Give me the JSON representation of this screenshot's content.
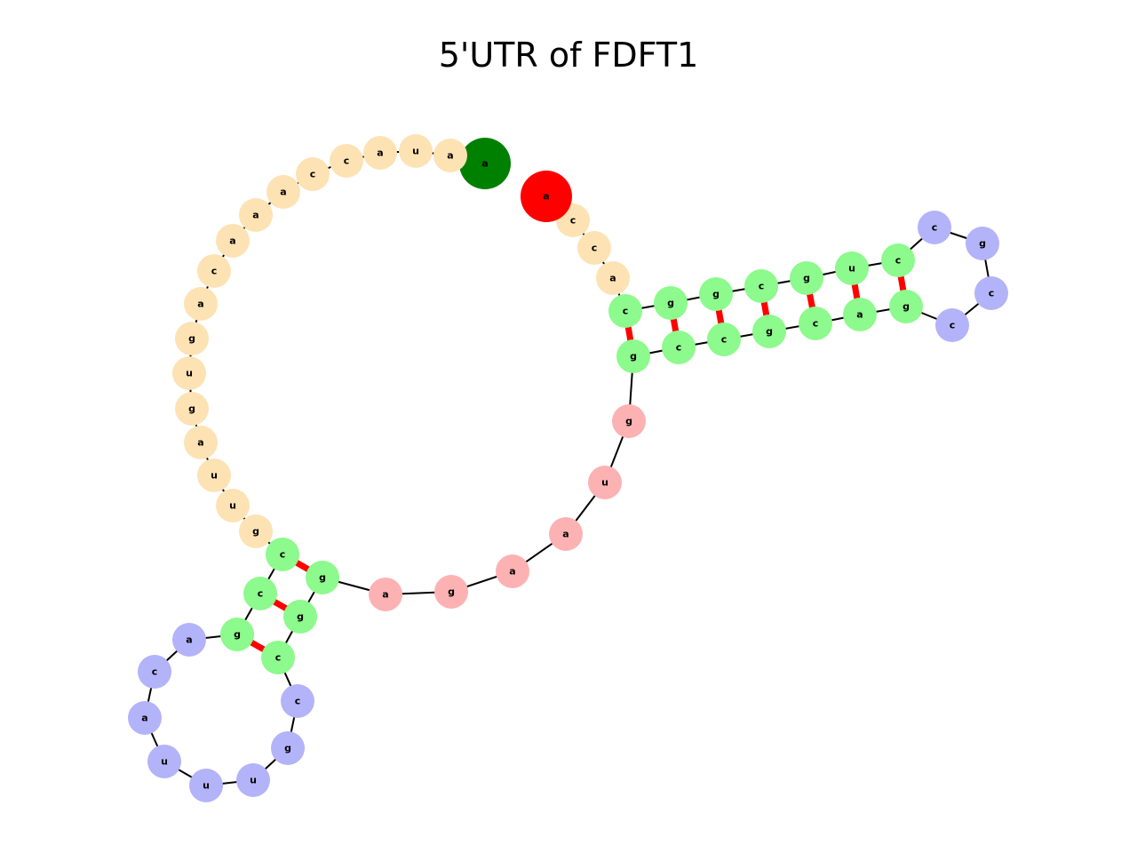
{
  "title": "5'UTR of FDFT1",
  "colors": {
    "start_node": "#008000",
    "end_node": "#ff0000",
    "unpaired": "#fde2b4",
    "stem": "#8cfa8c",
    "hairpin_loop": "#b3b3fa",
    "interior_loop": "#fcb2b2",
    "backbone": "#000000",
    "base_pair": "#ff0000"
  },
  "nodes": [
    {
      "id": 1,
      "base": "a",
      "region": "start_node"
    },
    {
      "id": 2,
      "base": "a",
      "region": "unpaired"
    },
    {
      "id": 3,
      "base": "u",
      "region": "unpaired"
    },
    {
      "id": 4,
      "base": "a",
      "region": "unpaired"
    },
    {
      "id": 5,
      "base": "c",
      "region": "unpaired"
    },
    {
      "id": 6,
      "base": "c",
      "region": "unpaired"
    },
    {
      "id": 7,
      "base": "a",
      "region": "unpaired"
    },
    {
      "id": 8,
      "base": "a",
      "region": "unpaired"
    },
    {
      "id": 9,
      "base": "a",
      "region": "unpaired"
    },
    {
      "id": 10,
      "base": "c",
      "region": "unpaired"
    },
    {
      "id": 11,
      "base": "a",
      "region": "unpaired"
    },
    {
      "id": 12,
      "base": "g",
      "region": "unpaired"
    },
    {
      "id": 13,
      "base": "u",
      "region": "unpaired"
    },
    {
      "id": 14,
      "base": "g",
      "region": "unpaired"
    },
    {
      "id": 15,
      "base": "a",
      "region": "unpaired"
    },
    {
      "id": 16,
      "base": "u",
      "region": "unpaired"
    },
    {
      "id": 17,
      "base": "u",
      "region": "unpaired"
    },
    {
      "id": 18,
      "base": "g",
      "region": "unpaired"
    },
    {
      "id": 19,
      "base": "c",
      "region": "stem"
    },
    {
      "id": 20,
      "base": "c",
      "region": "stem"
    },
    {
      "id": 21,
      "base": "g",
      "region": "stem"
    },
    {
      "id": 22,
      "base": "a",
      "region": "hairpin_loop"
    },
    {
      "id": 23,
      "base": "c",
      "region": "hairpin_loop"
    },
    {
      "id": 24,
      "base": "a",
      "region": "hairpin_loop"
    },
    {
      "id": 25,
      "base": "u",
      "region": "hairpin_loop"
    },
    {
      "id": 26,
      "base": "u",
      "region": "hairpin_loop"
    },
    {
      "id": 27,
      "base": "u",
      "region": "hairpin_loop"
    },
    {
      "id": 28,
      "base": "g",
      "region": "hairpin_loop"
    },
    {
      "id": 29,
      "base": "c",
      "region": "hairpin_loop"
    },
    {
      "id": 30,
      "base": "c",
      "region": "stem"
    },
    {
      "id": 31,
      "base": "g",
      "region": "stem"
    },
    {
      "id": 32,
      "base": "g",
      "region": "stem"
    },
    {
      "id": 33,
      "base": "a",
      "region": "interior_loop"
    },
    {
      "id": 34,
      "base": "g",
      "region": "interior_loop"
    },
    {
      "id": 35,
      "base": "a",
      "region": "interior_loop"
    },
    {
      "id": 36,
      "base": "a",
      "region": "interior_loop"
    },
    {
      "id": 37,
      "base": "u",
      "region": "interior_loop"
    },
    {
      "id": 38,
      "base": "g",
      "region": "interior_loop"
    },
    {
      "id": 39,
      "base": "g",
      "region": "stem"
    },
    {
      "id": 40,
      "base": "c",
      "region": "stem"
    },
    {
      "id": 41,
      "base": "c",
      "region": "stem"
    },
    {
      "id": 42,
      "base": "g",
      "region": "stem"
    },
    {
      "id": 43,
      "base": "c",
      "region": "stem"
    },
    {
      "id": 44,
      "base": "a",
      "region": "stem"
    },
    {
      "id": 45,
      "base": "g",
      "region": "stem"
    },
    {
      "id": 46,
      "base": "c",
      "region": "hairpin_loop"
    },
    {
      "id": 47,
      "base": "c",
      "region": "hairpin_loop"
    },
    {
      "id": 48,
      "base": "g",
      "region": "hairpin_loop"
    },
    {
      "id": 49,
      "base": "c",
      "region": "hairpin_loop"
    },
    {
      "id": 50,
      "base": "c",
      "region": "stem"
    },
    {
      "id": 51,
      "base": "u",
      "region": "stem"
    },
    {
      "id": 52,
      "base": "g",
      "region": "stem"
    },
    {
      "id": 53,
      "base": "c",
      "region": "stem"
    },
    {
      "id": 54,
      "base": "g",
      "region": "stem"
    },
    {
      "id": 55,
      "base": "g",
      "region": "stem"
    },
    {
      "id": 56,
      "base": "c",
      "region": "stem"
    },
    {
      "id": 57,
      "base": "a",
      "region": "unpaired"
    },
    {
      "id": 58,
      "base": "c",
      "region": "unpaired"
    },
    {
      "id": 59,
      "base": "c",
      "region": "unpaired"
    },
    {
      "id": 60,
      "base": "a",
      "region": "end_node"
    }
  ],
  "base_pairs": [
    [
      19,
      32
    ],
    [
      20,
      31
    ],
    [
      21,
      30
    ],
    [
      39,
      56
    ],
    [
      40,
      55
    ],
    [
      41,
      54
    ],
    [
      42,
      53
    ],
    [
      43,
      52
    ],
    [
      44,
      51
    ],
    [
      45,
      50
    ]
  ]
}
